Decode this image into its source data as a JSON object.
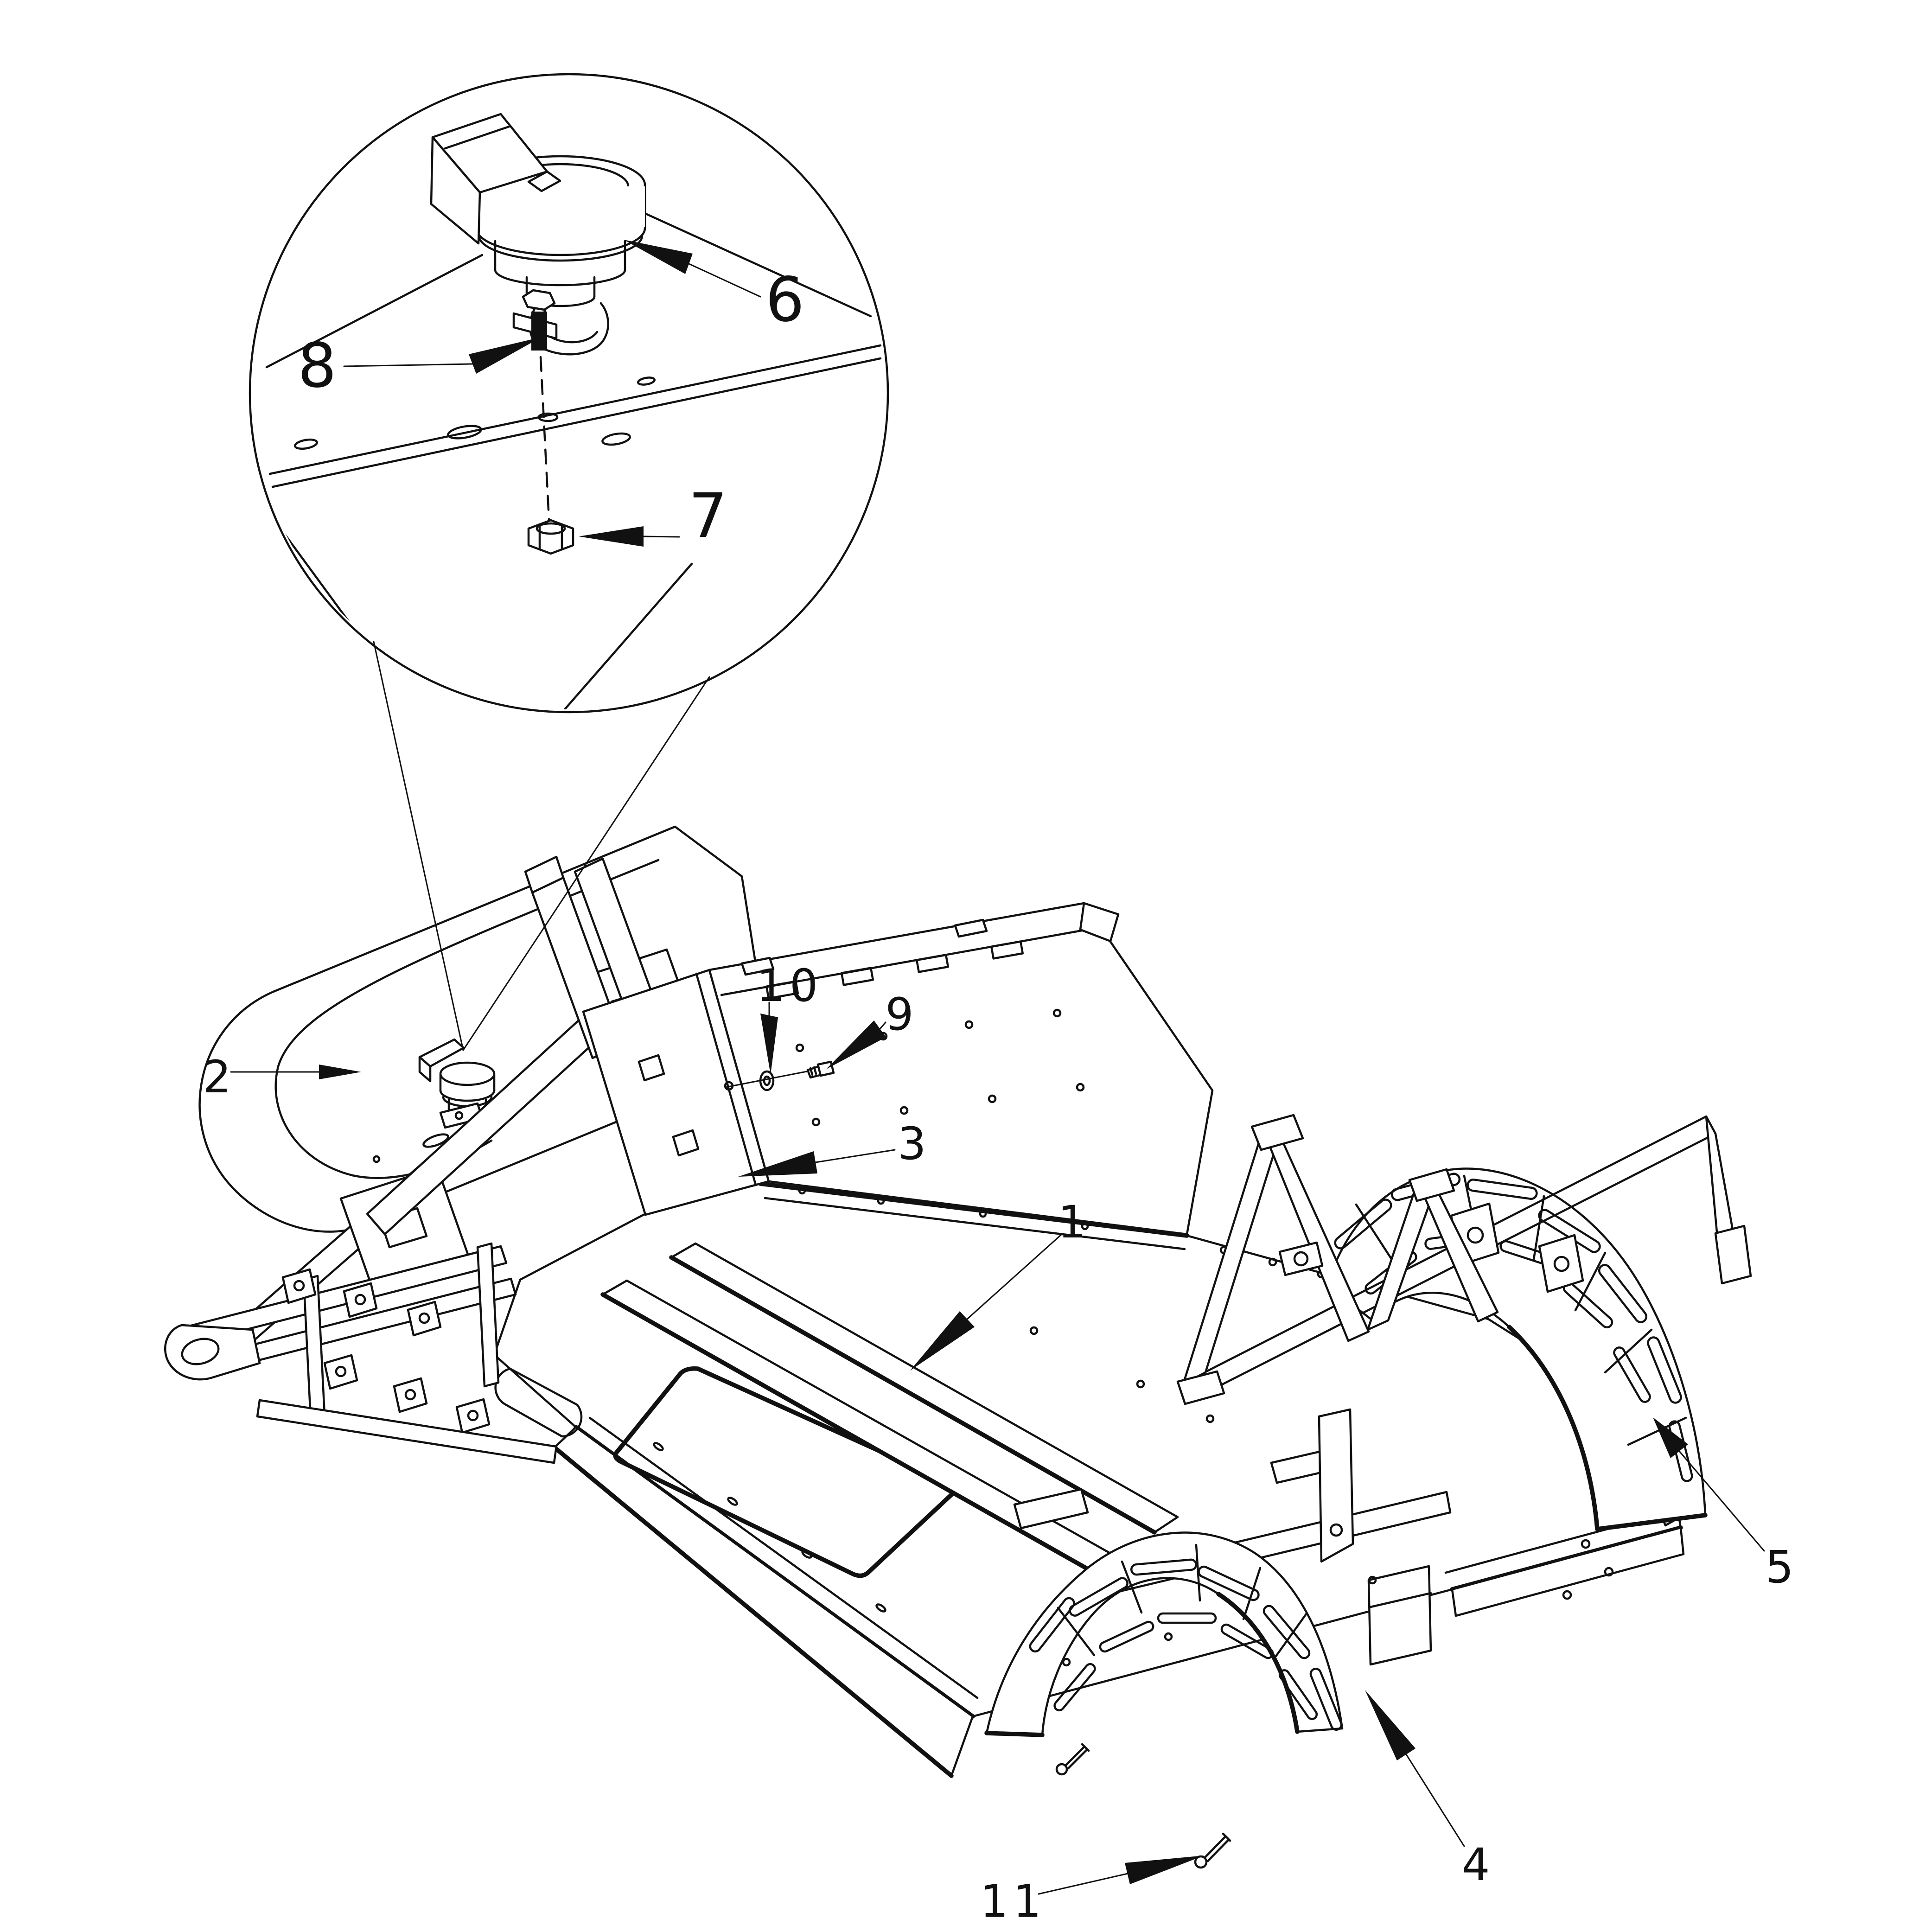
{
  "page": {
    "background": "#ffffff",
    "line_color": "#111111"
  },
  "figure": {
    "type": "exploded-parts-line-drawing",
    "subject": "vehicle-chassis-frame-assembly",
    "detail_view": {
      "shape": "circle",
      "shows": [
        "fuel-cap-assembly",
        "hex-bolt",
        "flange-nut"
      ]
    },
    "callouts": [
      {
        "id": 1,
        "label": "1",
        "part": "chassis-floor-frame"
      },
      {
        "id": 2,
        "label": "2",
        "part": "fuel-tank"
      },
      {
        "id": 3,
        "label": "3",
        "part": "seat-back-panel"
      },
      {
        "id": 4,
        "label": "4",
        "part": "left-rear-fender"
      },
      {
        "id": 5,
        "label": "5",
        "part": "right-rear-fender"
      },
      {
        "id": 6,
        "label": "6",
        "part": "fuel-cap-assembly"
      },
      {
        "id": 7,
        "label": "7",
        "part": "flange-nut"
      },
      {
        "id": 8,
        "label": "8",
        "part": "hex-bolt"
      },
      {
        "id": 9,
        "label": "9",
        "part": "screw"
      },
      {
        "id": 10,
        "label": "10",
        "part": "washer"
      },
      {
        "id": 11,
        "label": "11",
        "part": "cotter-pin"
      }
    ]
  }
}
